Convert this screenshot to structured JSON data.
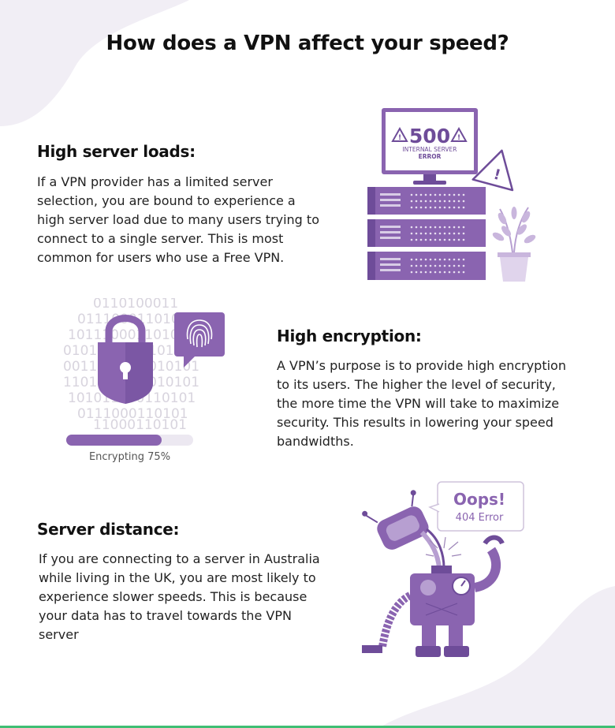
{
  "title": "How does a VPN affect your speed?",
  "sections": [
    {
      "heading": "High server loads:",
      "body": "If a VPN provider has a limited server selection, you are bound to experience a high server load due to many users trying to connect to a single server. This is most common for users who use a Free VPN."
    },
    {
      "heading": "High encryption:",
      "body": "A VPN’s purpose is to provide high encryption to its users. The higher the level of security, the more time the VPN will take to maximize security. This results in lowering your speed bandwidths."
    },
    {
      "heading": "Server distance:",
      "body": "If you are connecting to a server in Australia while living in the UK, you are most likely to experience slower speeds. This is because your data has to travel towards the VPN server"
    }
  ],
  "server_illustration": {
    "error_code": "500",
    "error_line1": "INTERNAL SERVER",
    "error_line2": "ERROR",
    "icons": [
      "warning-icon",
      "server-rack-icon",
      "plant-icon"
    ]
  },
  "encryption_illustration": {
    "binary_rows": [
      "0110100011",
      "0111000110101",
      "101110001101010",
      "0101011001101101",
      "0011100011010101",
      "1101110001010101",
      "101011000110101",
      "0111000110101",
      "11000110101"
    ],
    "progress_label": "Encrypting 75%",
    "progress_fraction": 0.75,
    "icons": [
      "padlock-icon",
      "fingerprint-icon"
    ]
  },
  "robot_illustration": {
    "bubble_title": "Oops!",
    "bubble_subtitle": "404 Error",
    "icons": [
      "broken-robot-icon"
    ]
  },
  "colors": {
    "purple_dark": "#6e4c99",
    "purple": "#8a64b0",
    "purple_light": "#b79fd1",
    "lavender_bg": "#f1eef5",
    "accent_green": "#3fbf74"
  }
}
